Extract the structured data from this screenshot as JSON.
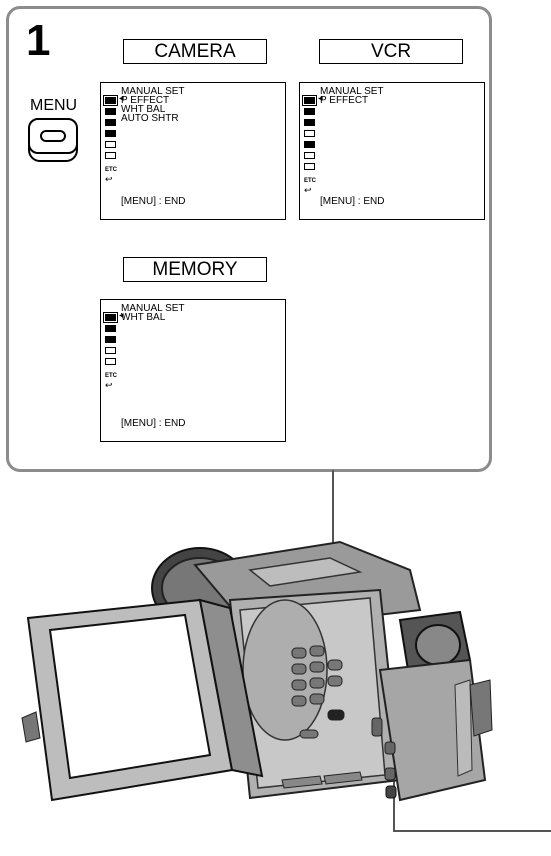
{
  "step_number": "1",
  "menu_button_label": "MENU",
  "panels": [
    {
      "mode": "CAMERA",
      "menu_title": "MANUAL SET",
      "items": [
        "P  EFFECT",
        "WHT  BAL",
        "AUTO  SHTR"
      ],
      "footer": "[MENU] : END"
    },
    {
      "mode": "VCR",
      "menu_title": "MANUAL  SET",
      "items": [
        "P  EFFECT"
      ],
      "footer": "[MENU] : END"
    },
    {
      "mode": "MEMORY",
      "menu_title": "MANUAL  SET",
      "items": [
        "WHT  BAL"
      ],
      "footer": "[MENU] : END"
    }
  ],
  "icon_text": {
    "etc": "ETC",
    "return": "↩"
  }
}
